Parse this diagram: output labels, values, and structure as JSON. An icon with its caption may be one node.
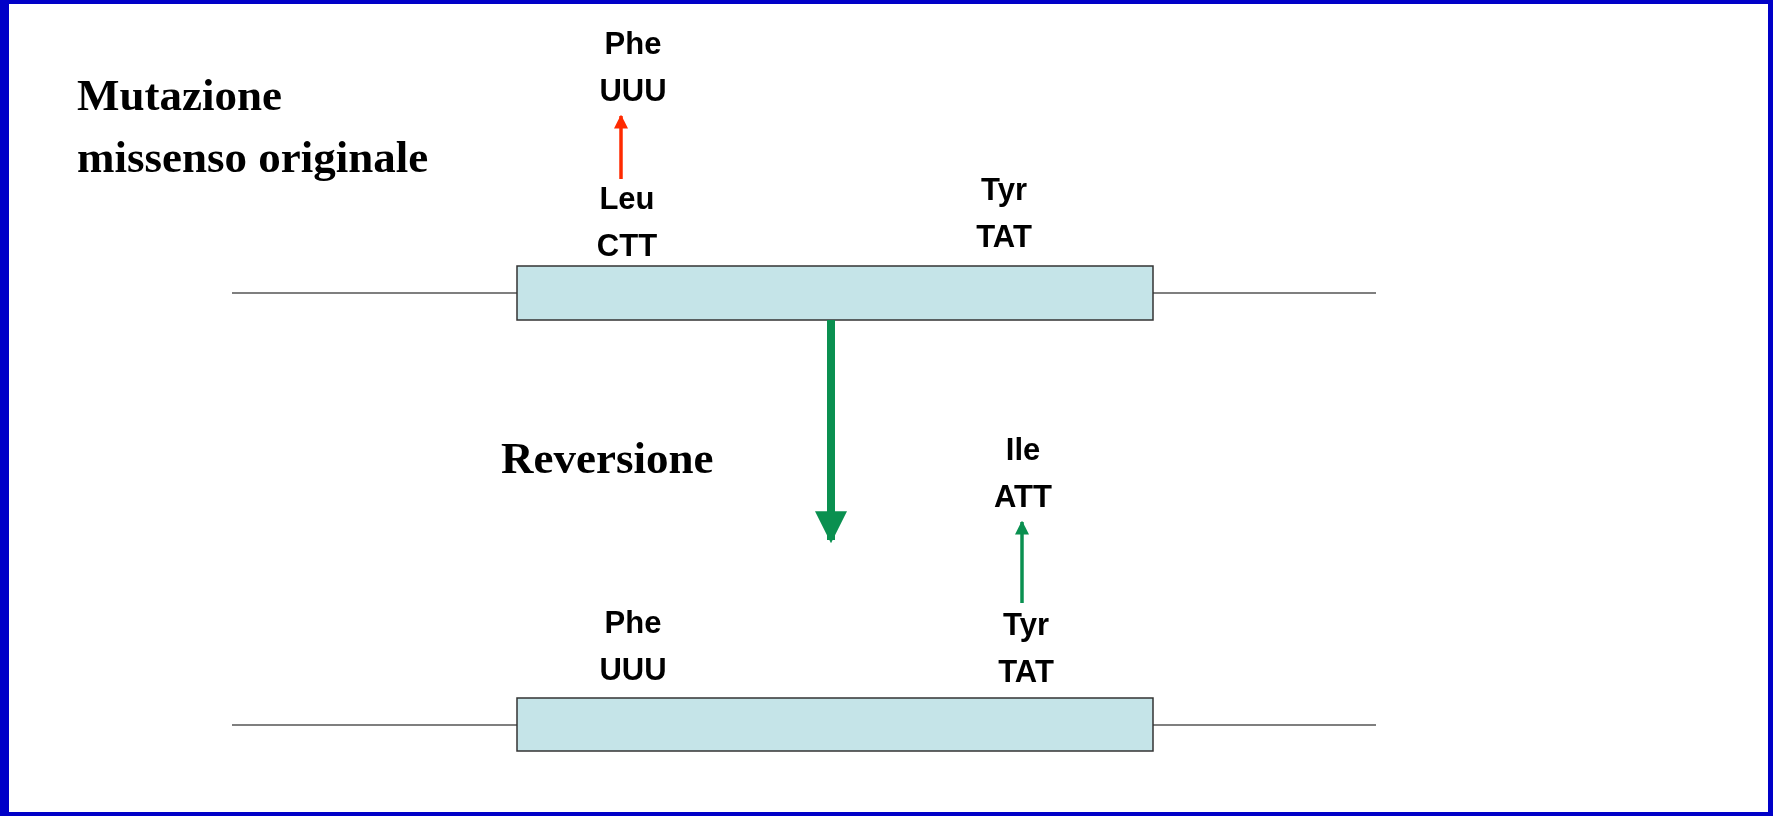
{
  "diagram": {
    "title": "Mutazione missenso originale",
    "nodes": [
      {
        "text": [
          "Phe",
          "UUU"
        ]
      },
      {
        "text": [
          "Leu",
          "CTT"
        ]
      },
      {
        "text": [
          "Tyr",
          "TAT"
        ]
      },
      {
        "text": [],
        "shape": "bar"
      },
      {
        "text": [
          "Ile",
          "ATT"
        ]
      },
      {
        "text": [
          "Phe",
          "UUU"
        ]
      },
      {
        "text": [
          "Tyr",
          "TAT"
        ]
      },
      {
        "text": [],
        "shape": "bar"
      }
    ],
    "edges": [
      {
        "from": 1,
        "to": 0,
        "arrow": "to",
        "color": "#ff2a00"
      },
      {
        "from": 3,
        "to": null,
        "arrow": "to",
        "label": "Reversione",
        "style": "thick"
      },
      {
        "from": 6,
        "to": 4,
        "arrow": "to"
      }
    ]
  }
}
